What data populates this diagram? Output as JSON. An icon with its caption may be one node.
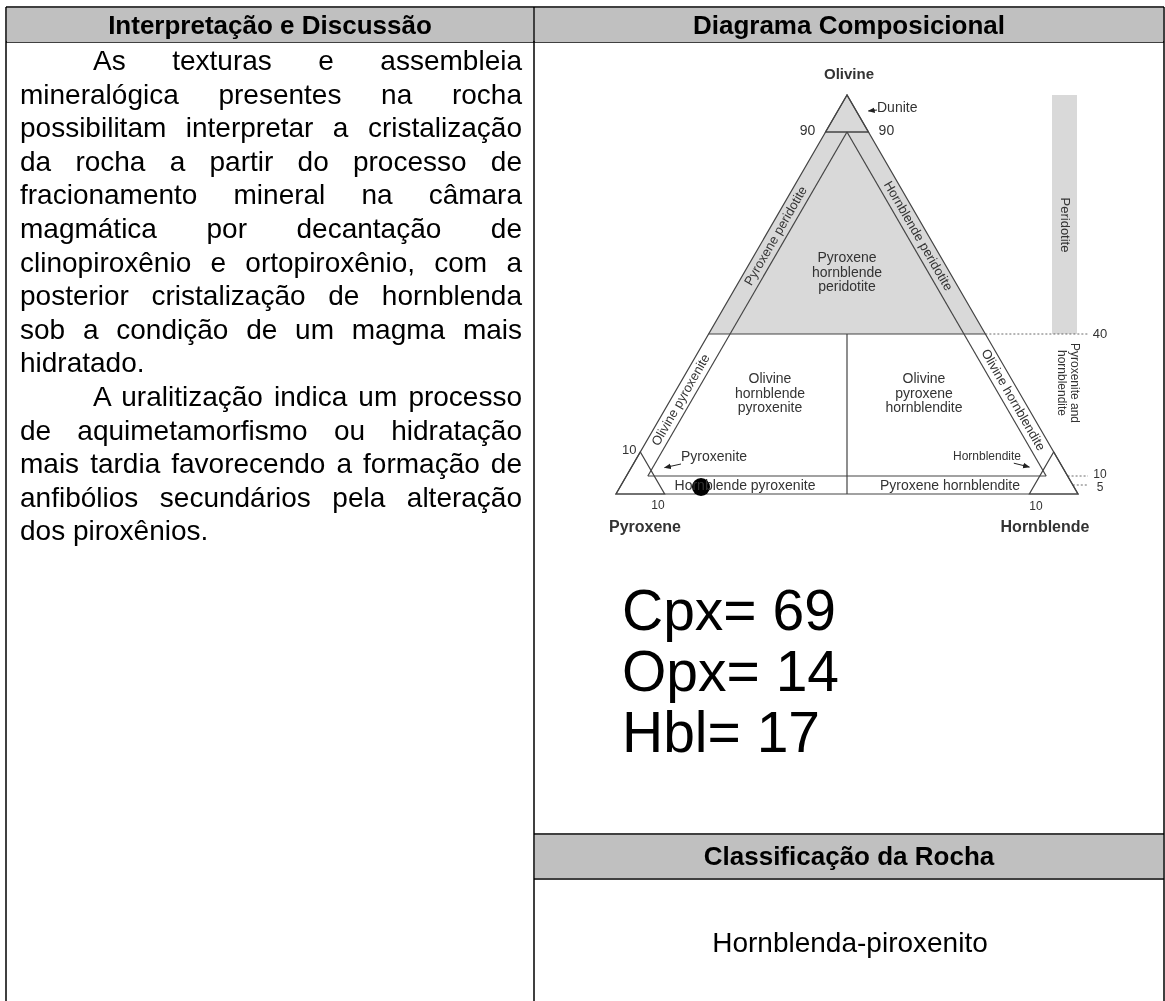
{
  "diagram": {
    "nodes": [
      {
        "text": [
          "Dunite"
        ]
      },
      {
        "text": [],
        "shape": "triangle"
      },
      {
        "text": [
          "Pyroxenite"
        ]
      },
      {
        "text": [
          "Hornblendite"
        ]
      },
      {
        "text": [],
        "shape": "triangle"
      },
      {
        "text": [],
        "shape": "triangle"
      }
    ],
    "edges": [
      {
        "from": 0,
        "to": 1,
        "arrow": "to"
      },
      {
        "from": 2,
        "to": 4,
        "arrow": "to"
      },
      {
        "from": 3,
        "to": 5,
        "arrow": "to"
      }
    ],
    "labels": [
      "Interpretação e Discussão",
      "Diagrama Composicional",
      "As texturas e assembleia mineralógica presentes na rocha possibilitam interpretar a cristalização da rocha a partir do processo de fracionamento mineral na câmara magmática por decantação de clinopiroxênio e ortopiroxênio, com a posterior cristalização de hornblenda sob a condição de um magma mais hidratado.",
      "A uralitização indica um processo de aquimetamorfismo ou hidratação mais tardia favorecendo a formação de anfibólios secundários pela alteração dos piroxênios.",
      "Olivine",
      "90",
      "90",
      "Pyroxene peridotite",
      "Pyroxene hornblende peridotite",
      "Hornblende peridotite",
      "Peridotite",
      "40",
      "Olivine pyroxenite",
      "Olivine hornblende pyroxenite",
      "Olivine pyroxene hornblendite",
      "Olivine hornblendite",
      "Pyroxenite and hornblendite",
      "10",
      "Hornblende pyroxenite",
      "Pyroxene hornblendite",
      "10",
      "5",
      "10",
      "10",
      "Pyroxene",
      "Hornblende",
      "Cpx= 69",
      "Opx= 14",
      "Hbl= 17",
      "Classificação da Rocha",
      "Hornblenda-piroxenito"
    ]
  }
}
